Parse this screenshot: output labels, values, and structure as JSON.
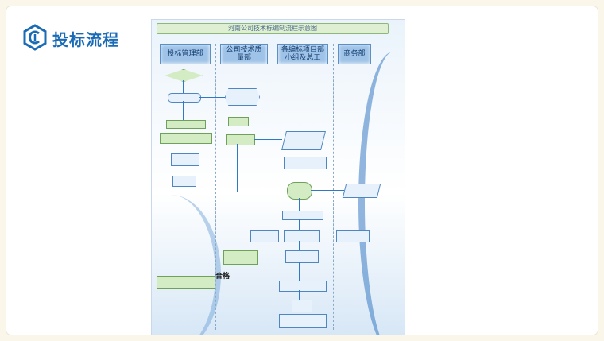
{
  "header": {
    "title": "投标流程",
    "logo_icon": "hexagon-c-logo-icon",
    "accent": "#1a6bb6"
  },
  "slide": {
    "diagram_title": "河南公司技术标编制流程示意图",
    "lanes": [
      {
        "label": "投标管理部"
      },
      {
        "label": "公司技术质\n量部"
      },
      {
        "label": "各编标项目部\n小组及总工"
      },
      {
        "label": "商务部"
      }
    ],
    "pass_label": "合格"
  }
}
